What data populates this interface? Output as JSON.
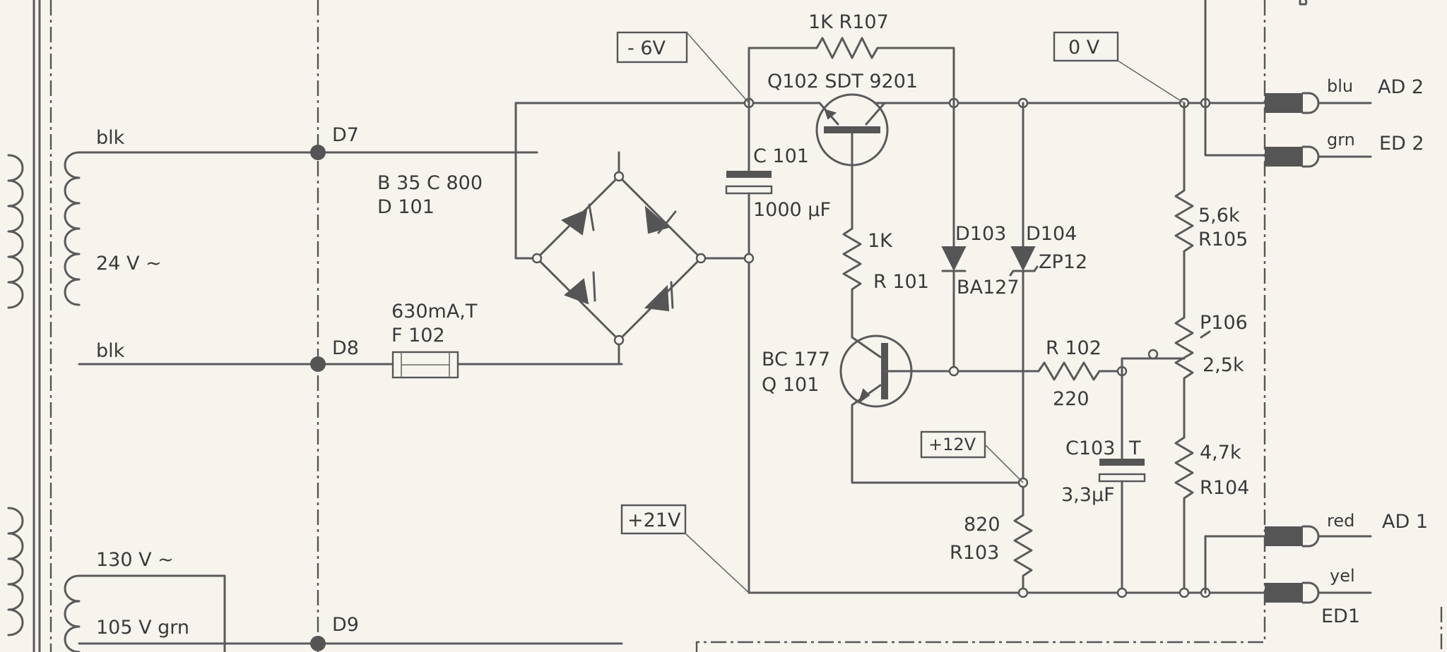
{
  "labels": {
    "blk_top": "blk",
    "blk_bottom": "blk",
    "v24": "24 V ~",
    "v130": "130 V ~",
    "v105": "105 V  grn",
    "d7": "D7",
    "d8": "D8",
    "d9": "D9",
    "bridge_type": "B 35 C 800",
    "bridge_ref": "D 101",
    "fuse_rating": "630mA,T",
    "fuse_ref": "F 102",
    "r107": "1K R107",
    "q102": "Q102  SDT  9201",
    "c101_ref": "C 101",
    "c101_val": "1000 µF",
    "r101_val": "1K",
    "r101_ref": "R 101",
    "d103": "D103",
    "ba127": "BA127",
    "d104": "D104",
    "zp12": "ZP12",
    "r105_val": "5,6k",
    "r105_ref": "R105",
    "p106_ref": "P106",
    "p106_val": "2,5k",
    "r104_val": "4,7k",
    "r104_ref": "R104",
    "q101_type": "BC 177",
    "q101_ref": "Q  101",
    "r102_ref": "R 102",
    "r102_val": "220",
    "c103_ref": "C103",
    "c103_t": "T",
    "c103_val": "3,3µF",
    "r103_val": "820",
    "r103_ref": "R103",
    "tag_minus6": "- 6V",
    "tag_0v": "0 V",
    "tag_plus12": "+12V",
    "tag_plus21": "+21V",
    "blu": "blu",
    "ad2": "AD 2",
    "grn": "grn",
    "ed2": "ED 2",
    "red": "red",
    "ad1": "AD  1",
    "yel": "yel",
    "ed1": "ED1"
  }
}
